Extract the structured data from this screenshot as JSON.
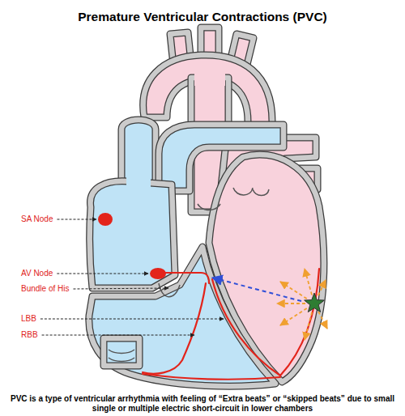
{
  "diagram": {
    "title": "Premature Ventricular Contractions (PVC)",
    "caption": "PVC is a type of ventricular arrhythmia with feeling of “Extra beats” or “skipped beats” due to small single or multiple electric short-circuit in lower chambers",
    "labels": [
      "SA Node",
      "AV Node",
      "Bundle of His",
      "LBB",
      "RBB"
    ]
  }
}
